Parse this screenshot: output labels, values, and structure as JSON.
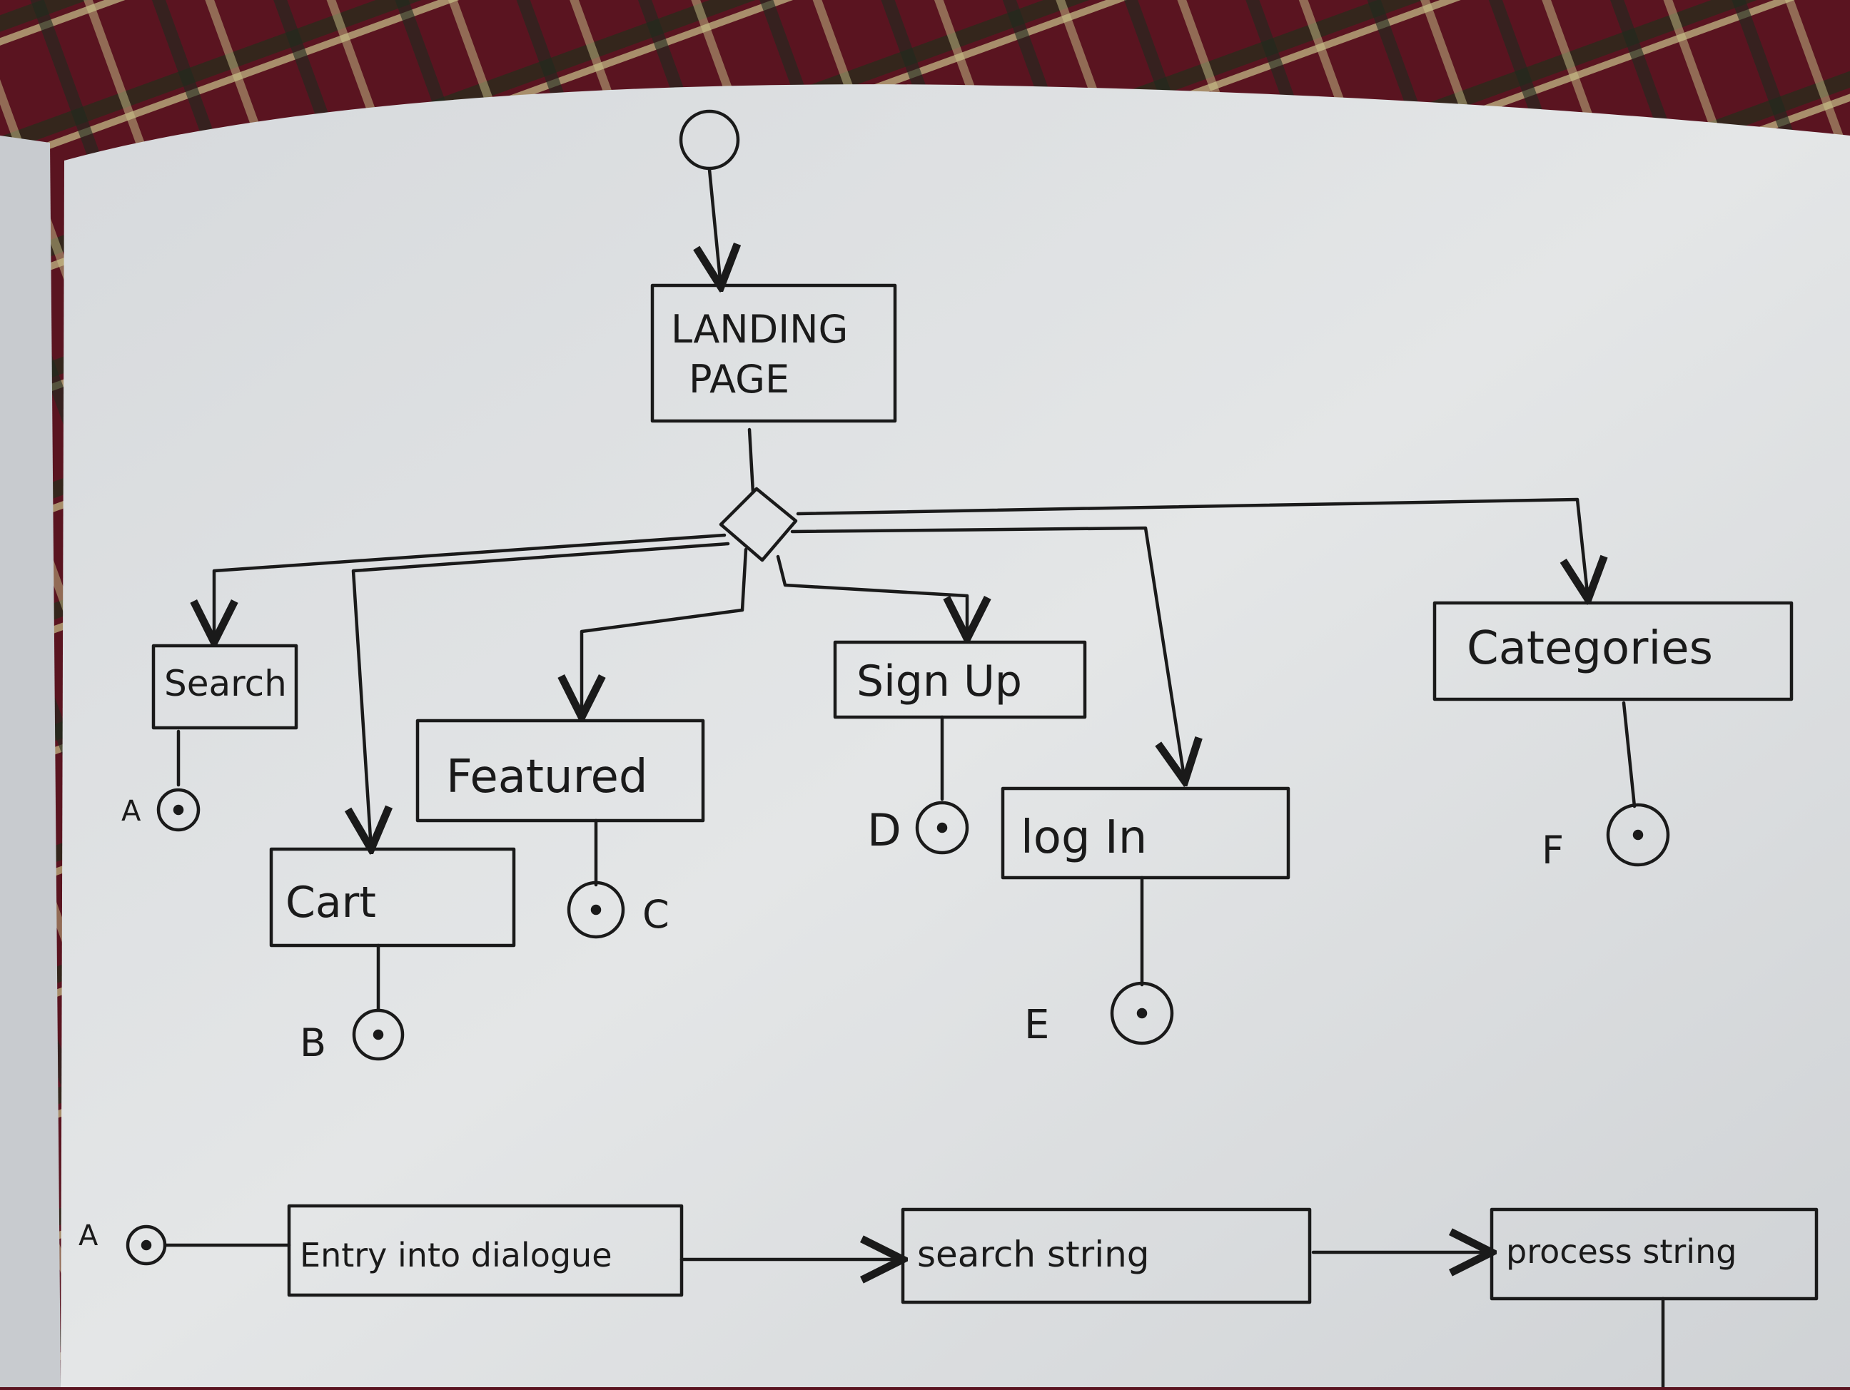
{
  "diagram": {
    "start_label": "",
    "landing": {
      "line1": "LANDING",
      "line2": "PAGE"
    },
    "branches": {
      "search": "Search",
      "featured": "Featured",
      "cart": "Cart",
      "signup": "Sign Up",
      "login": "log In",
      "categories": "Categories"
    },
    "connectors": {
      "search": "A",
      "cart": "B",
      "featured": "C",
      "signup": "D",
      "login": "E",
      "categories": "F"
    },
    "flow_a": {
      "connector": "A",
      "steps": [
        "Entry into dialogue",
        "search string",
        "process string"
      ]
    }
  }
}
